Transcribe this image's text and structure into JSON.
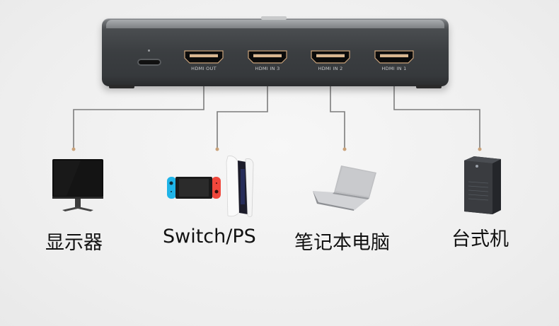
{
  "ports": [
    {
      "id": "out",
      "label": "HDMI OUT"
    },
    {
      "id": "in3",
      "label": "HDMI IN 3"
    },
    {
      "id": "in2",
      "label": "HDMI IN 2"
    },
    {
      "id": "in1",
      "label": "HDMI IN 1"
    }
  ],
  "devices": {
    "monitor": "显示器",
    "console": "Switch/PS",
    "laptop": "笔记本电脑",
    "desktop": "台式机"
  },
  "colors": {
    "wire": "#7d7d7d",
    "hub": "#3b3e41",
    "port_accent": "#c9a27a",
    "switch_blue": "#1fb4e8",
    "switch_red": "#f0473c"
  }
}
